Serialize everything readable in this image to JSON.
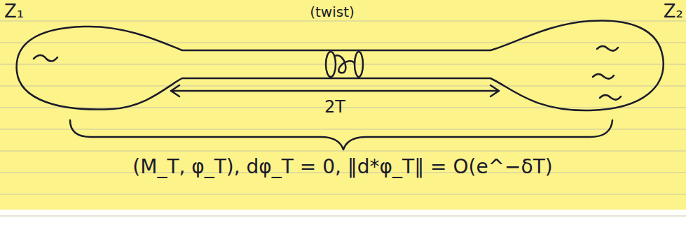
{
  "diagram": {
    "labels": [
      "Z₁",
      "(twist)",
      "Z₂",
      "2T",
      "(M_T, φ_T),  dφ_T = 0,  ‖d*φ_T‖ = O(e^−δT)"
    ]
  }
}
